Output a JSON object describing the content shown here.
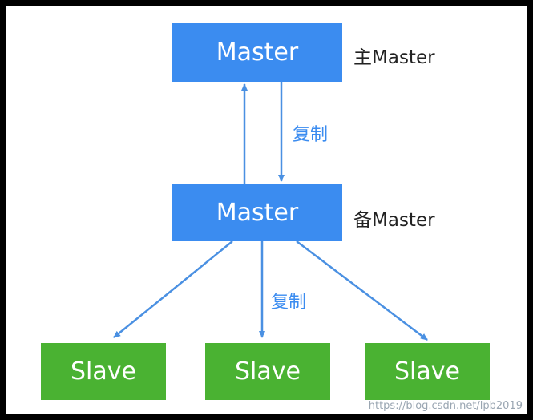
{
  "nodes": {
    "primary_master": {
      "label": "Master",
      "side_label": "主Master"
    },
    "standby_master": {
      "label": "Master",
      "side_label": "备Master"
    },
    "slaves": [
      {
        "label": "Slave"
      },
      {
        "label": "Slave"
      },
      {
        "label": "Slave"
      }
    ]
  },
  "edges": {
    "master_replication_label": "复制",
    "slave_replication_label": "复制"
  },
  "watermark": "https://blog.csdn.net/lpb2019",
  "colors": {
    "master": "#3b8cf0",
    "slave": "#4ab232",
    "arrow": "#4a90e2"
  }
}
